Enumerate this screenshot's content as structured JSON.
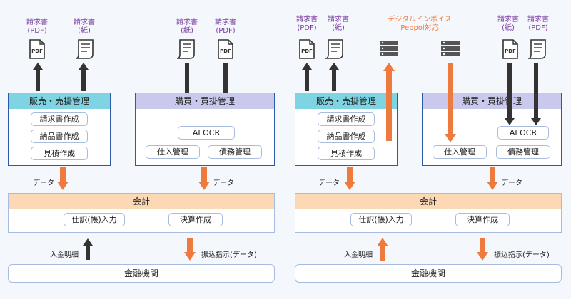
{
  "left": {
    "doc_labels": [
      "請求書\n(PDF)",
      "請求書\n(紙)",
      "請求書\n(紙)",
      "請求書\n(PDF)"
    ],
    "sales": {
      "title": "販売・売掛管理",
      "items": [
        "請求書作成",
        "納品書作成",
        "見積作成"
      ]
    },
    "purchase": {
      "title": "購買・買掛管理",
      "ocr": "AI OCR",
      "items": [
        "仕入管理",
        "債務管理"
      ]
    },
    "data_label_1": "データ",
    "data_label_2": "データ",
    "accounting": {
      "title": "会計",
      "items": [
        "仕訳(帳)入力",
        "決算作成"
      ]
    },
    "deposit_label": "入金明細",
    "transfer_label": "振込指示(データ)",
    "bank": "金融機関"
  },
  "right": {
    "doc_labels": [
      "請求書\n(PDF)",
      "請求書\n(紙)",
      "請求書\n(紙)",
      "請求書\n(PDF)"
    ],
    "peppol": "デジタルインボイス\nPeppol対応",
    "sales": {
      "title": "販売・売掛管理",
      "items": [
        "請求書作成",
        "納品書作成",
        "見積作成"
      ]
    },
    "purchase": {
      "title": "購買・買掛管理",
      "ocr": "AI OCR",
      "items": [
        "仕入管理",
        "債務管理"
      ]
    },
    "data_label_1": "データ",
    "data_label_2": "データ",
    "accounting": {
      "title": "会計",
      "items": [
        "仕訳(帳)入力",
        "決算作成"
      ]
    },
    "deposit_label": "入金明細",
    "transfer_label": "振込指示(データ)",
    "bank": "金融機関"
  },
  "colors": {
    "accent_orange": "#ee7a3e",
    "arrow_dark": "#333333",
    "label_purple": "#7b3fa0",
    "border_blue": "#2d5aa8"
  },
  "icons": [
    "pdf-doc-icon",
    "paper-doc-icon",
    "server-icon"
  ]
}
